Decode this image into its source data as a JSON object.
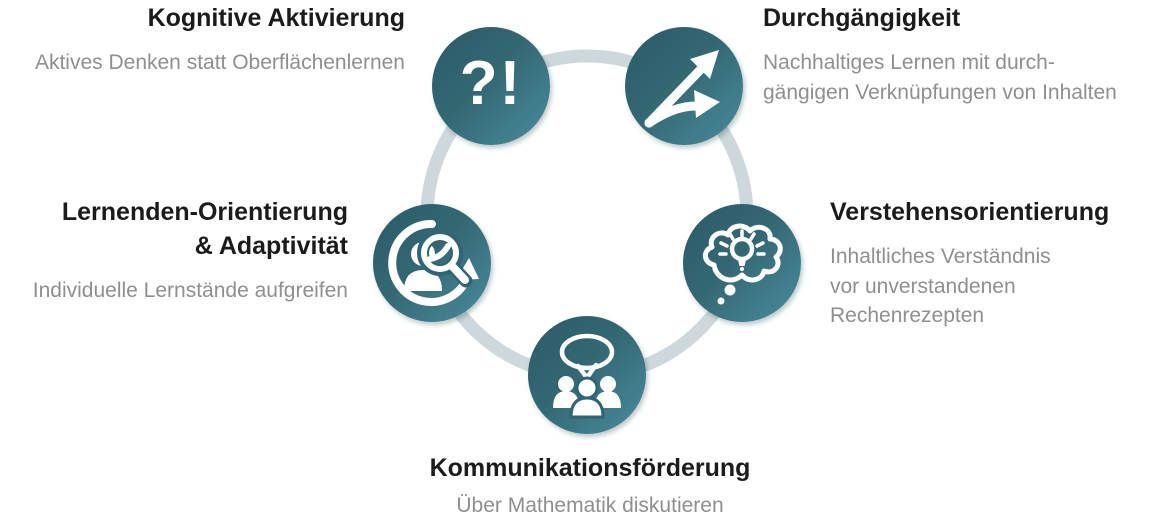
{
  "colors": {
    "background": "#ffffff",
    "circle_dark": "#2b5a68",
    "circle_light": "#4a8c9d",
    "ring": "#cdd7dc",
    "heading": "#1b1b1b",
    "subtitle": "#8f8f8f",
    "icon": "#ffffff"
  },
  "diagram": {
    "type": "cycle-of-five-principles",
    "nodes": [
      {
        "id": "kognitive-aktivierung",
        "position": "top-left",
        "title": "Kognitive Aktivierung",
        "subtitle": "Aktives Denken statt Oberflächenlernen",
        "icon": "question-exclamation-icon",
        "icon_glyph": "?!"
      },
      {
        "id": "durchgaengigkeit",
        "position": "top-right",
        "title": "Durchgängigkeit",
        "subtitle": "Nachhaltiges Lernen mit durch-\ngängigen Verknüpfungen von Inhalten",
        "icon": "diverging-arrow-icon"
      },
      {
        "id": "lernenden-orientierung-adaptivitaet",
        "position": "left",
        "title": "Lernenden-Orientierung\n& Adaptivität",
        "subtitle": "Individuelle Lernstände aufgreifen",
        "icon": "person-magnifier-cycle-icon"
      },
      {
        "id": "verstehensorientierung",
        "position": "right",
        "title": "Verstehensorientierung",
        "subtitle": "Inhaltliches Verständnis\nvor unverstandenen\nRechenrezepten",
        "icon": "thought-bubble-lightbulb-icon"
      },
      {
        "id": "kommunikationsfoerderung",
        "position": "bottom",
        "title": "Kommunikationsförderung",
        "subtitle": "Über Mathematik diskutieren",
        "icon": "speech-bubble-people-icon"
      }
    ]
  }
}
